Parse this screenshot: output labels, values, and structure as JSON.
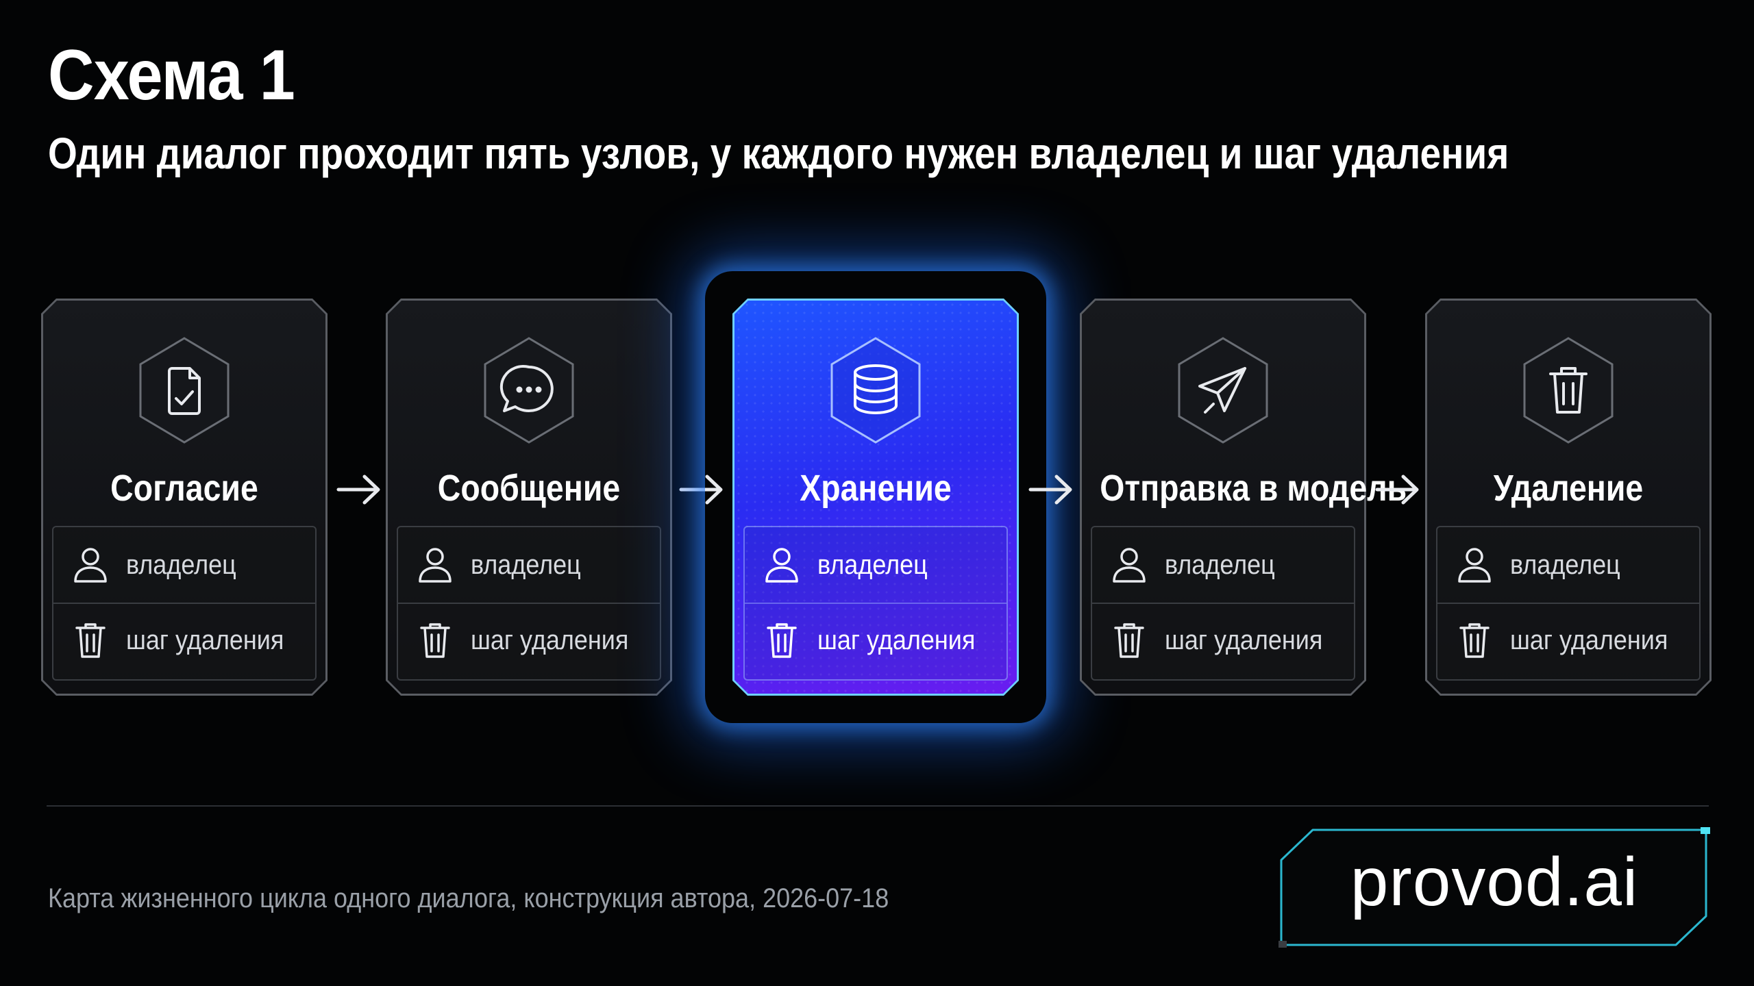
{
  "header": {
    "title": "Схема 1",
    "subtitle": "Один диалог проходит пять узлов, у каждого нужен владелец и шаг удаления"
  },
  "nodes": [
    {
      "title": "Согласие",
      "icon": "document-check-icon",
      "owner_label": "владелец",
      "delete_label": "шаг удаления",
      "active": false
    },
    {
      "title": "Сообщение",
      "icon": "chat-bubble-icon",
      "owner_label": "владелец",
      "delete_label": "шаг удаления",
      "active": false
    },
    {
      "title": "Хранение",
      "icon": "database-icon",
      "owner_label": "владелец",
      "delete_label": "шаг удаления",
      "active": true
    },
    {
      "title": "Отправка в модель",
      "icon": "send-icon",
      "owner_label": "владелец",
      "delete_label": "шаг удаления",
      "active": false
    },
    {
      "title": "Удаление",
      "icon": "trash-icon",
      "owner_label": "владелец",
      "delete_label": "шаг удаления",
      "active": false
    }
  ],
  "footer": {
    "caption": "Карта жизненного цикла одного диалога, конструкция автора, 2026-07-18"
  },
  "brand": {
    "logo_text": "provod.ai",
    "accent_color": "#1f56ff",
    "glow_color": "#6fd0ff"
  }
}
